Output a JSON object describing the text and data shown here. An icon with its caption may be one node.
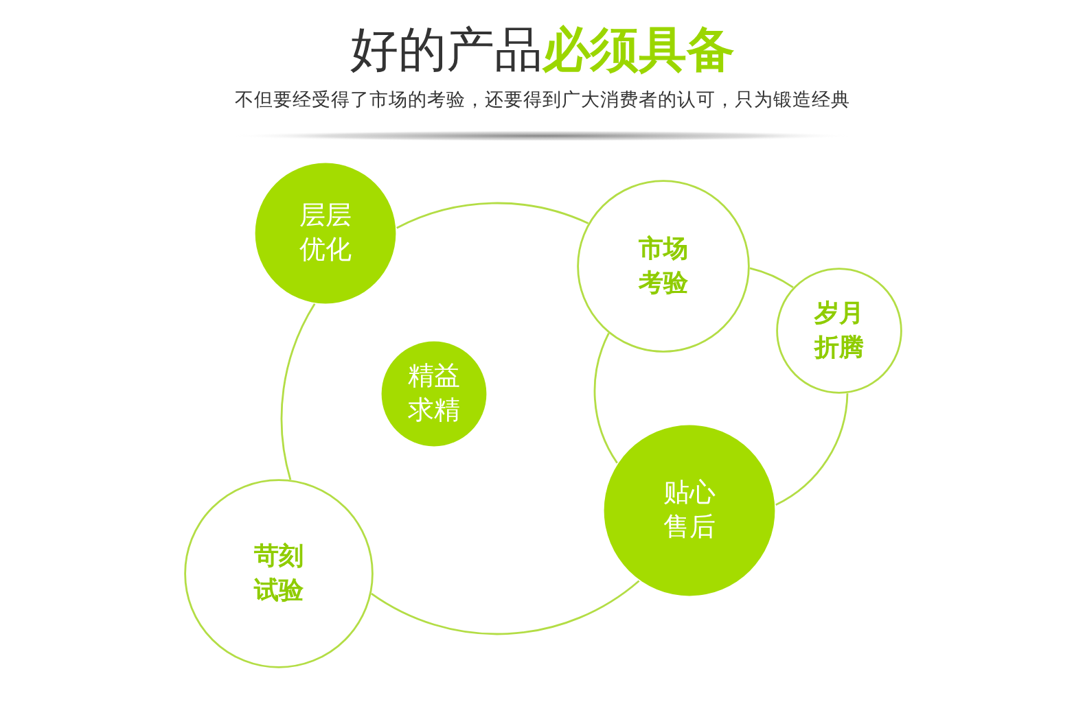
{
  "diagram": {
    "title": "好的产品**必须具备**",
    "nodes": [
      {
        "text": [
          "层层优化"
        ]
      },
      {
        "text": [
          "市场考验"
        ]
      },
      {
        "text": [
          "岁月折腾"
        ]
      },
      {
        "text": [
          "精益求精"
        ]
      },
      {
        "text": [
          "贴心售后"
        ]
      },
      {
        "text": [
          "苛刻试验"
        ]
      }
    ],
    "edges": [
      {
        "from": 0,
        "to": 1,
        "arrow": "none"
      },
      {
        "from": 0,
        "to": 5,
        "arrow": "none"
      },
      {
        "from": 5,
        "to": 4,
        "arrow": "none"
      },
      {
        "from": 1,
        "to": 2,
        "arrow": "none"
      },
      {
        "from": 2,
        "to": 4,
        "arrow": "none"
      },
      {
        "from": 1,
        "to": 4,
        "arrow": "none"
      }
    ],
    "labels": [
      "不但要经受得了市场的考验，还要得到广大消费者的认可，只为锻造经典"
    ]
  }
}
